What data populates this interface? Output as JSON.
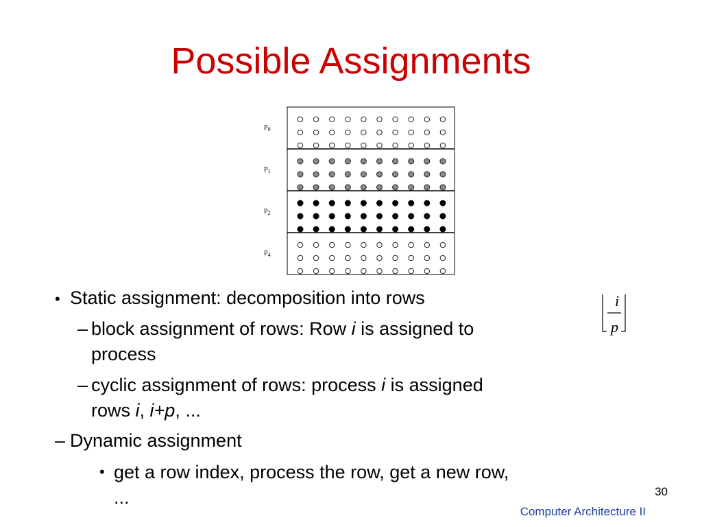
{
  "slide": {
    "title": "Possible Assignments",
    "page_number": "30",
    "course": "Computer Architecture II"
  },
  "figure": {
    "blocks": [
      {
        "label": "P",
        "sub": "0",
        "fill": "#ffffff",
        "rows": 3
      },
      {
        "label": "P",
        "sub": "1",
        "fill": "#8a8a8a",
        "rows": 3
      },
      {
        "label": "P",
        "sub": "2",
        "fill": "#000000",
        "rows": 3
      },
      {
        "label": "P",
        "sub": "4",
        "fill": "#ffffff",
        "rows": 3
      }
    ],
    "columns": 10
  },
  "bullets": {
    "b1_marker": "•",
    "b1": "Static assignment: decomposition into rows",
    "b2_marker": "–",
    "b2_pre": "block assignment of rows: Row ",
    "b2_i": "i",
    "b2_post": " is assigned to",
    "b2_line2": "process",
    "b3_marker": "–",
    "b3_pre": "cyclic assignment of rows: process ",
    "b3_i": "i",
    "b3_post": " is assigned",
    "b3_line2_pre": "rows ",
    "b3_line2_i": "i",
    "b3_line2_sep": ", ",
    "b3_line2_ip": "i+p",
    "b3_line2_post": ", ...",
    "b4_marker": "–",
    "b4": "Dynamic assignment",
    "b5_marker": "•",
    "b5": "get a row index, process the row,  get a new row,",
    "b5_line2": "..."
  },
  "formula": {
    "numerator": "i",
    "denominator": "p"
  }
}
